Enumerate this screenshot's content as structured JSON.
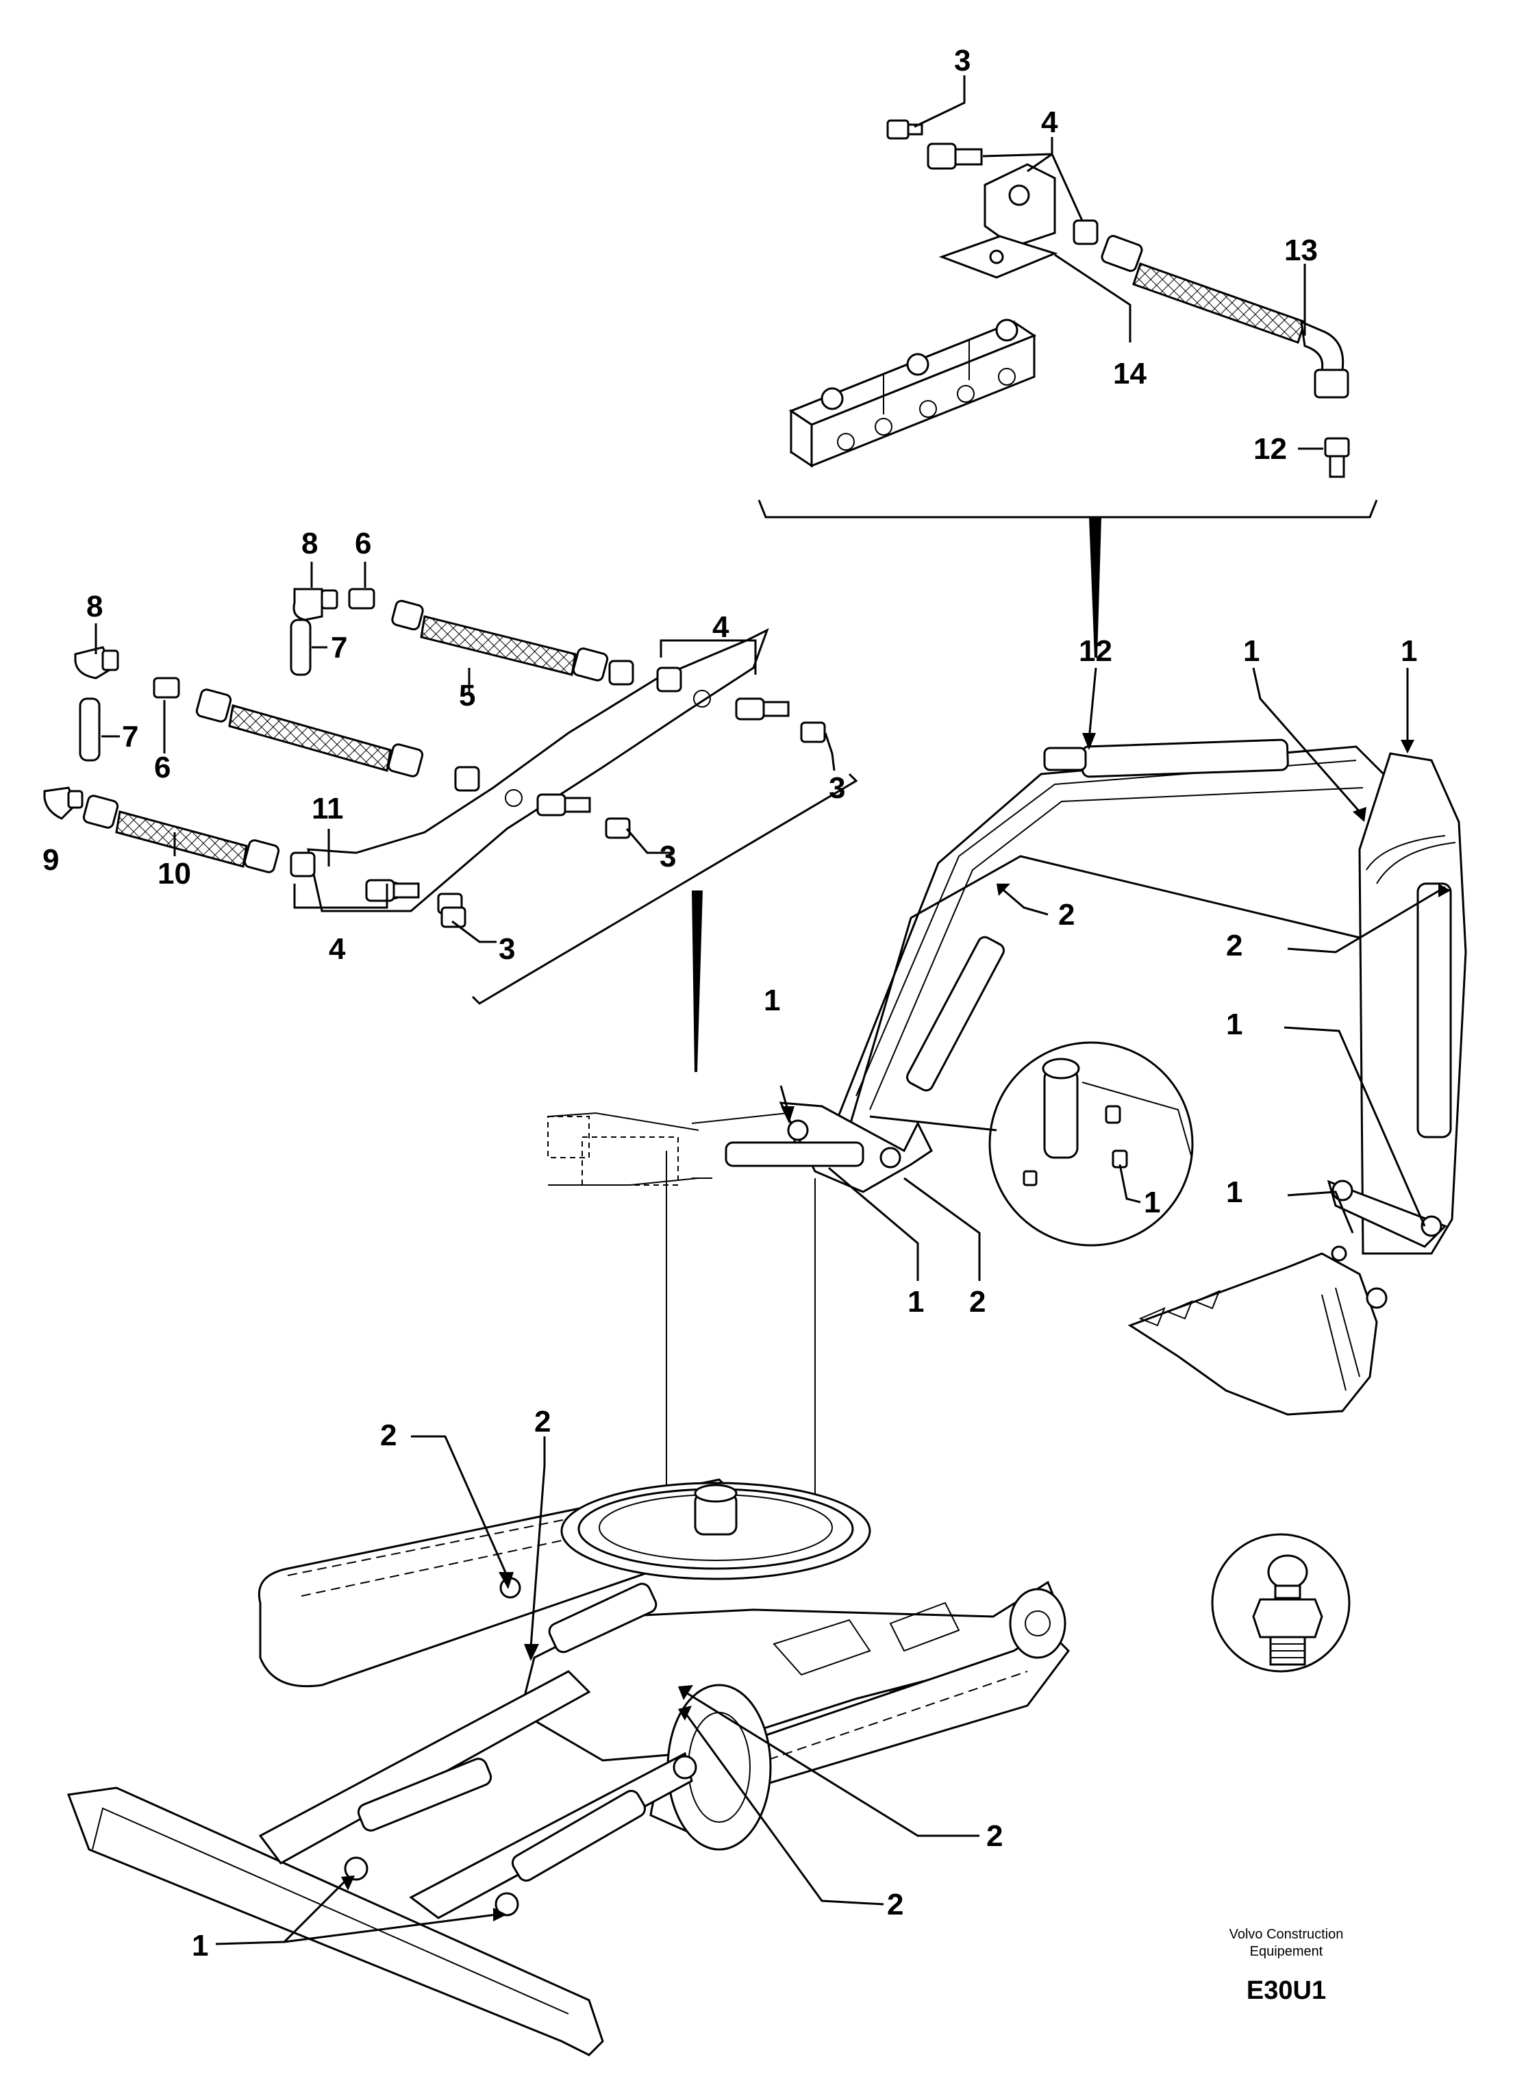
{
  "callouts": {
    "c3_top": "3",
    "c4_top": "4",
    "c13": "13",
    "c14": "14",
    "c12_top": "12",
    "c8_a": "8",
    "c6_a": "6",
    "c8_b": "8",
    "c7_a": "7",
    "c7_b": "7",
    "c4_mid": "4",
    "c5": "5",
    "c6_b": "6",
    "c11": "11",
    "c3_a": "3",
    "c9": "9",
    "c10": "10",
    "c3_b": "3",
    "c3_c": "3",
    "c4_bot": "4",
    "c12_arm": "12",
    "c1_a": "1",
    "c1_b": "1",
    "c2_a": "2",
    "c2_b": "2",
    "c1_c": "1",
    "c1_d": "1",
    "c1_detail": "1",
    "c1_e": "1",
    "c2_c": "2",
    "c1_f": "1",
    "c2_d": "2",
    "c2_e": "2",
    "c2_f": "2",
    "c2_g": "2",
    "c1_g": "1"
  },
  "footer": {
    "brand_line1": "Volvo Construction",
    "brand_line2": "Equipement",
    "code": "E30U1"
  }
}
